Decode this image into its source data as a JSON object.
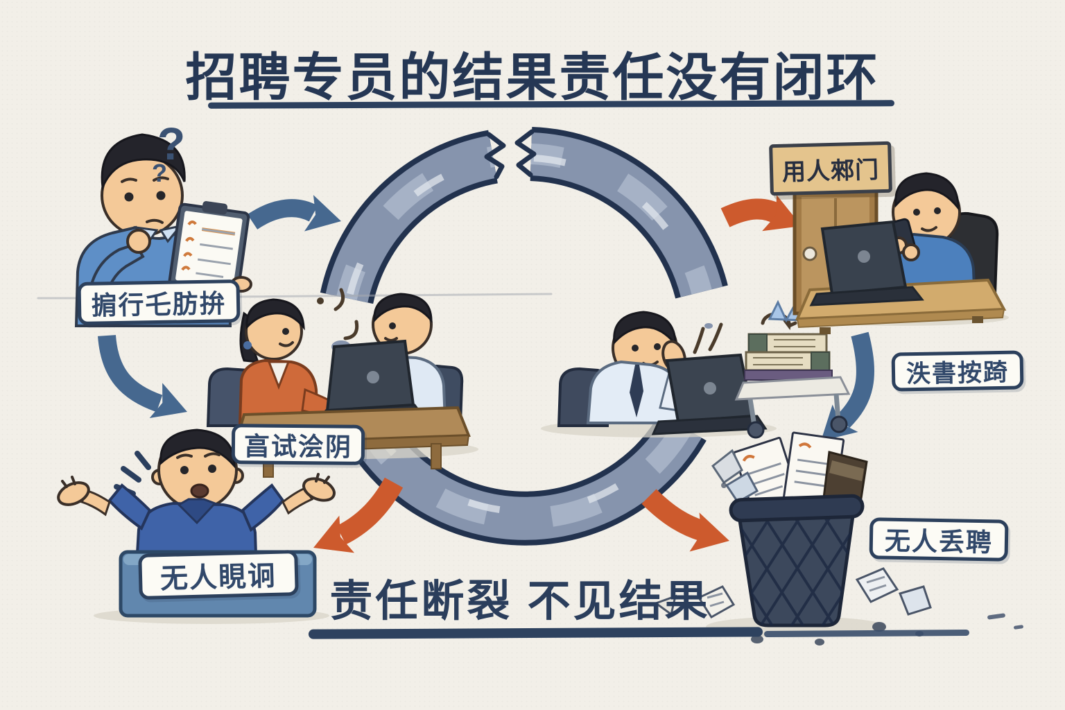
{
  "title": "招聘专员的结果责任没有闭环",
  "labels": {
    "step1": "掮行乇肪拚",
    "step2": "亯试浍阴",
    "step3": "泆書按踦",
    "dept_sign": "用人郲门",
    "outcome_no_follow": "无人睍诇",
    "outcome_no_hire": "无人丢聘"
  },
  "footer": "责任断裂 不见结果",
  "glyphs": {
    "question_mark_large": "?",
    "question_mark_small": "?",
    "question_mark_doodle": "?"
  },
  "colors": {
    "background": "#f2efe8",
    "ink_navy": "#253754",
    "ring_slate": "#8694ad",
    "arrow_blue": "#46688f",
    "arrow_orange": "#cd5a2d",
    "label_border": "#2c405c",
    "sign_wood": "#e4c48d",
    "shirt_blue": "#5e8fc7",
    "blazer_orange": "#cf6a3a"
  }
}
